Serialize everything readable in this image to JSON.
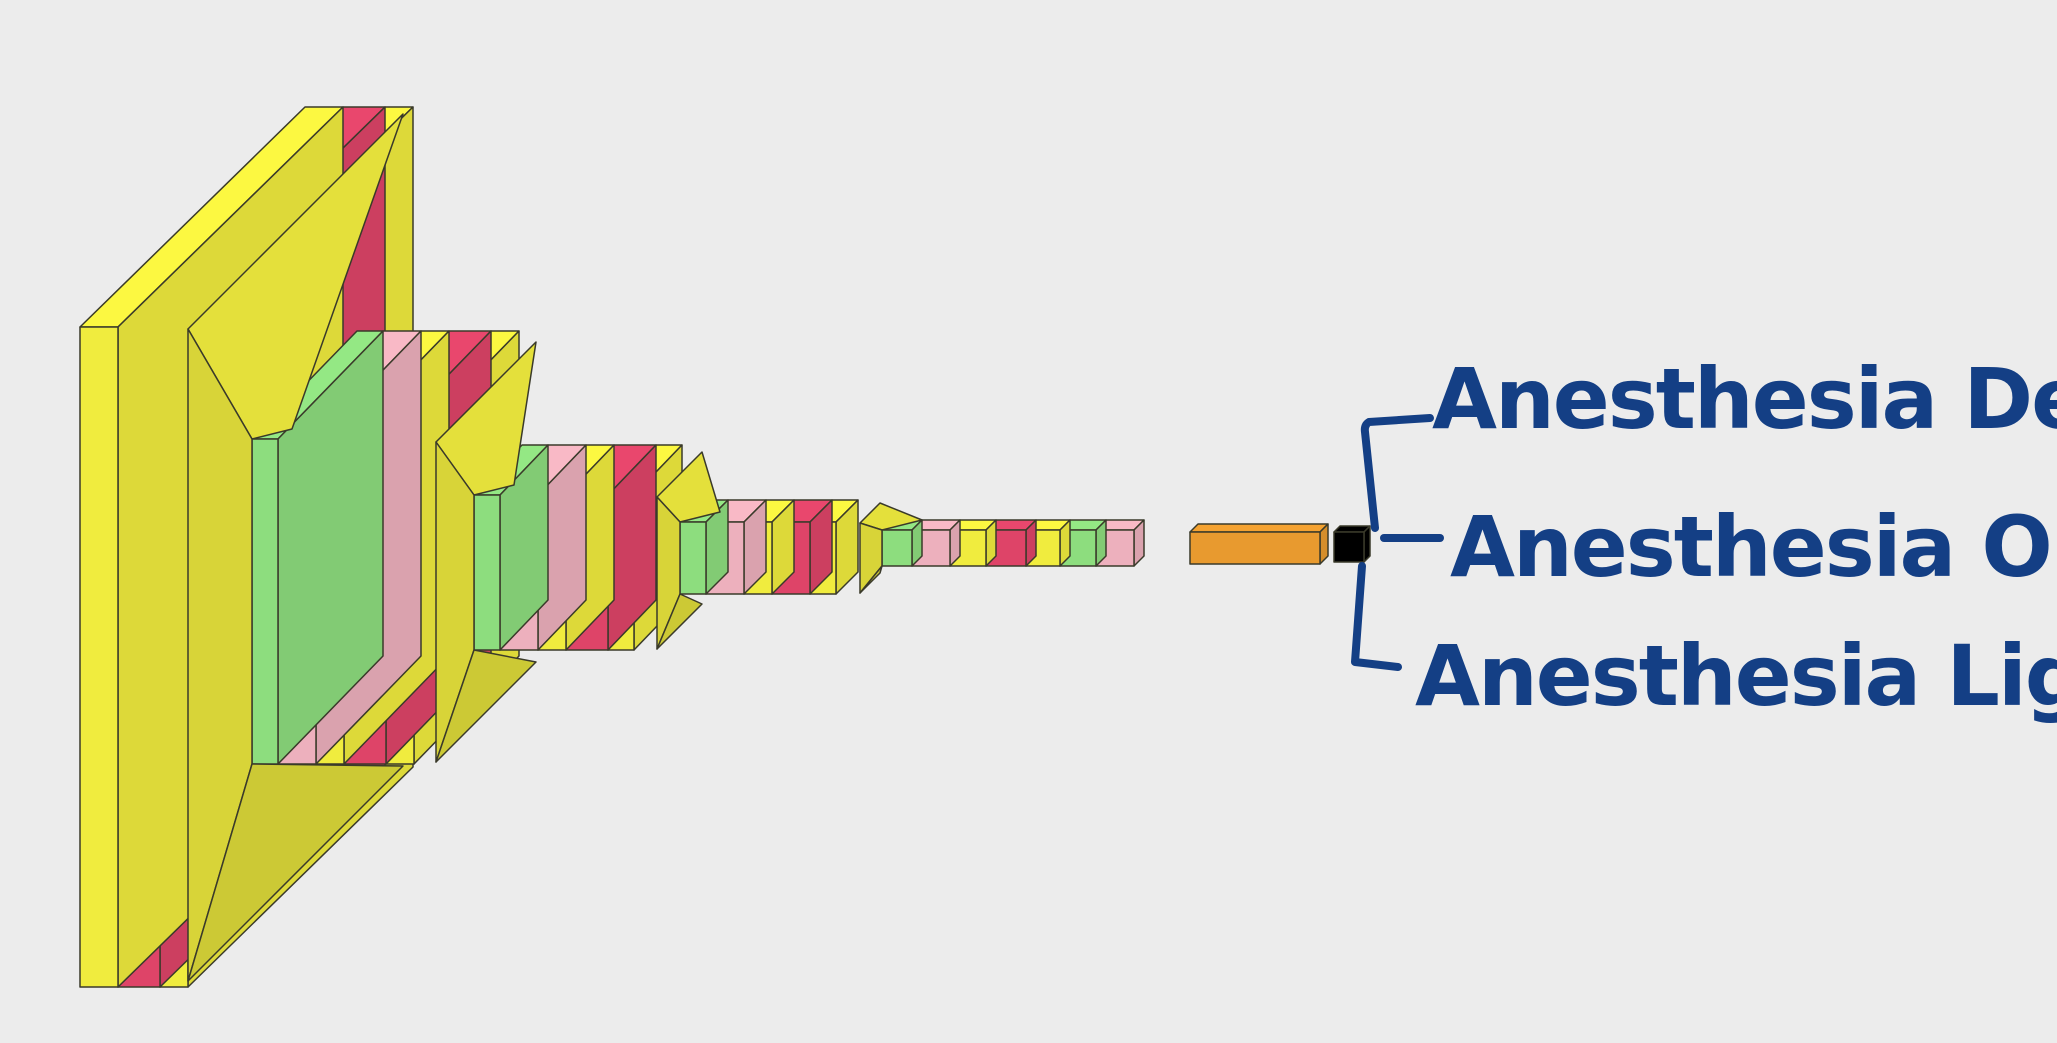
{
  "colors": {
    "background": "#ececec",
    "conv": "#f0ec3e",
    "activation": "#de4468",
    "batchnorm": "#8ddd7e",
    "dropout": "#edb0bd",
    "flatten": "#e89a2f",
    "output": "#000000",
    "outline": "#3a3a2a",
    "handwriting": "#143f85"
  },
  "network": {
    "orientation": "left-to-right, decreasing size",
    "stage1": [
      "conv",
      "activation",
      "conv"
    ],
    "stage2": [
      "batchnorm",
      "dropout",
      "conv",
      "activation",
      "conv"
    ],
    "stage3": [
      "batchnorm",
      "dropout",
      "conv",
      "activation",
      "conv"
    ],
    "stage4": [
      "batchnorm",
      "dropout",
      "conv",
      "activation",
      "conv"
    ],
    "stage5": [
      "batchnorm",
      "dropout",
      "conv",
      "activation",
      "conv",
      "batchnorm",
      "dropout"
    ],
    "tail": [
      "flatten",
      "output"
    ]
  },
  "outputs": [
    {
      "label": "Anesthesia Deep"
    },
    {
      "label": "Anesthesia OK"
    },
    {
      "label": "Anesthesia Light"
    }
  ]
}
